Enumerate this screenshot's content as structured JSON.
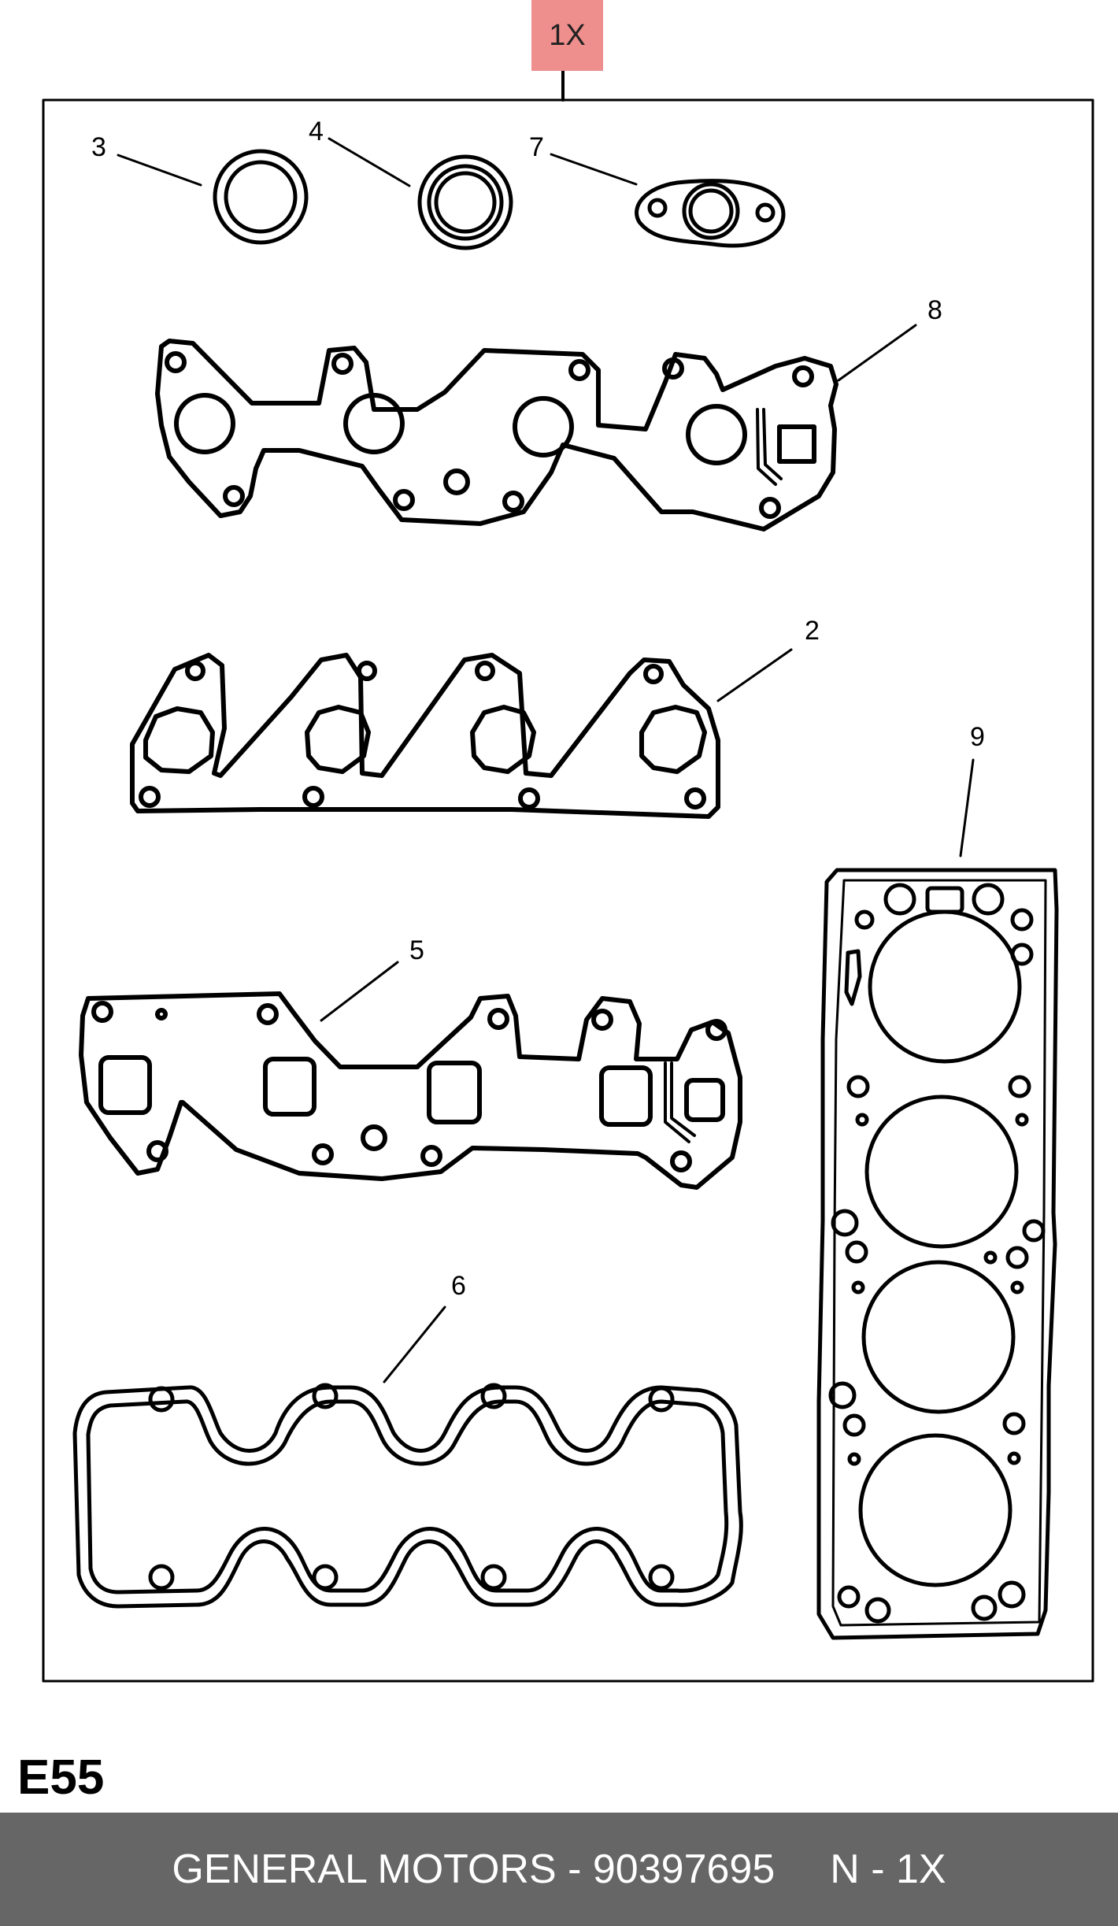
{
  "badge": {
    "label": "1X",
    "color": "#ee8e8d"
  },
  "callouts": [
    "3",
    "4",
    "7",
    "8",
    "2",
    "9",
    "5",
    "6"
  ],
  "diagram_code": "E55",
  "footer": {
    "part_text": "GENERAL MOTORS - 90397695",
    "quantity_text": "N - 1X",
    "background": "#666666"
  }
}
